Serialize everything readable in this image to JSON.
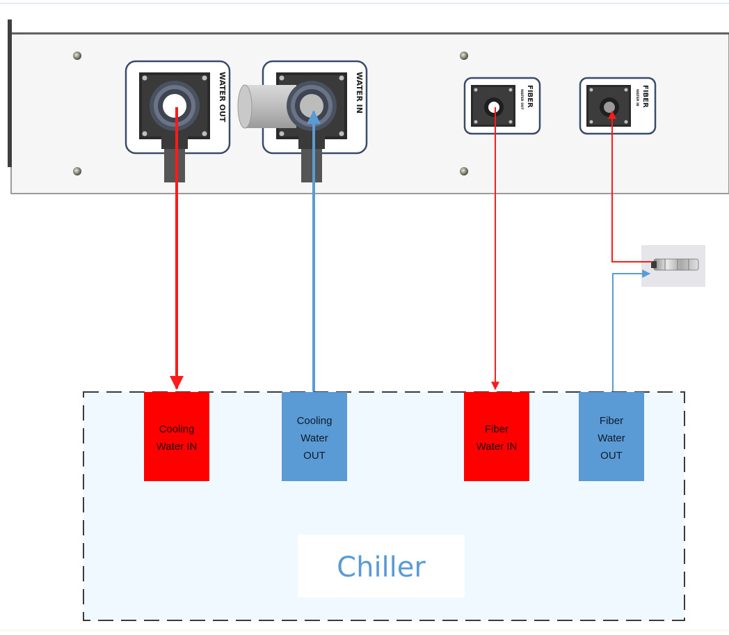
{
  "panel": {
    "ports": [
      {
        "label": "WATER OUT"
      },
      {
        "label": "WATER IN"
      },
      {
        "label": "FIBER",
        "sublabel": "WATER OUT"
      },
      {
        "label": "FIBER",
        "sublabel": "WATER IN"
      }
    ]
  },
  "chiller": {
    "label": "Chiller",
    "boxes": [
      {
        "lines": [
          "Cooling",
          "Water IN"
        ],
        "color": "#ff0000",
        "text_color": "#1a0000"
      },
      {
        "lines": [
          "Cooling",
          "Water",
          "OUT"
        ],
        "color": "#5b9bd5",
        "text_color": "#0d1a2a"
      },
      {
        "lines": [
          "Fiber",
          "Water IN"
        ],
        "color": "#ff0000",
        "text_color": "#1a0000"
      },
      {
        "lines": [
          "Fiber",
          "Water",
          "OUT"
        ],
        "color": "#5b9bd5",
        "text_color": "#0d1a2a"
      }
    ]
  },
  "colors": {
    "hot": "#ff1a1a",
    "cold": "#5b9bd5",
    "chiller_fill": "#f0f9ff",
    "chiller_text": "#5b9bd5"
  }
}
